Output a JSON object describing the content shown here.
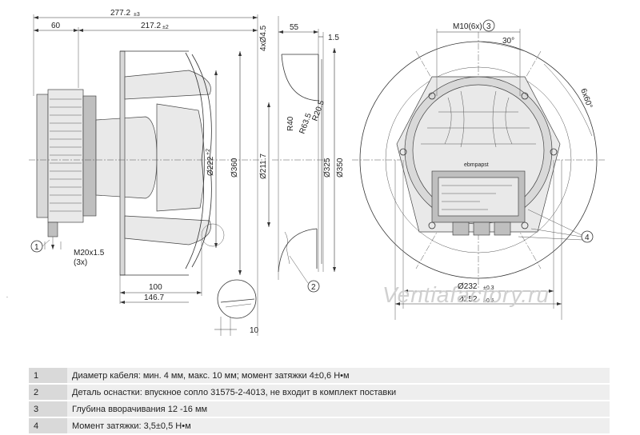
{
  "diagram": {
    "side_view": {
      "overall_length": "277.2",
      "overall_length_tol": "±3",
      "motor_offset": "60",
      "wheel_length": "217.2",
      "wheel_length_tol": "±2",
      "inner_diameter": "Ø222",
      "inner_diameter_tol": "+2",
      "outer_diameter": "Ø360",
      "gland_thread": "M20x1.5",
      "gland_count": "(3x)",
      "dim_100": "100",
      "dim_146": "146.7",
      "dim_10": "10",
      "callout_1": "1"
    },
    "nozzle_view": {
      "holes": "4xØ4.5",
      "dim_55": "55",
      "dim_1_5": "1.5",
      "r40": "R40",
      "r63": "R63.5",
      "r20": "R20.5",
      "d211": "Ø211.7",
      "d325": "Ø325",
      "d350": "Ø350",
      "callout_2": "2"
    },
    "front_view": {
      "thread": "M10(6x)",
      "callout_3": "3",
      "angle_30": "30°",
      "angle_6x60": "6x60°",
      "d232": "Ø232",
      "d232_tol": "±0.3",
      "d252": "Ø252",
      "d252_tol": "±0.5",
      "callout_4": "4",
      "brand": "ebmpapst"
    },
    "watermark": "Ventiafactory.ru"
  },
  "notes": [
    {
      "num": "1",
      "text": "Диаметр кабеля: мин. 4 мм, макс. 10 мм; момент затяжки 4±0,6 Н•м"
    },
    {
      "num": "2",
      "text": "Деталь оснастки: впускное сопло 31575-2-4013, не входит в комплект поставки"
    },
    {
      "num": "3",
      "text": "Глубина вворачивания 12 -16 мм"
    },
    {
      "num": "4",
      "text": "Момент затяжки: 3,5±0,5 Н•м"
    }
  ]
}
